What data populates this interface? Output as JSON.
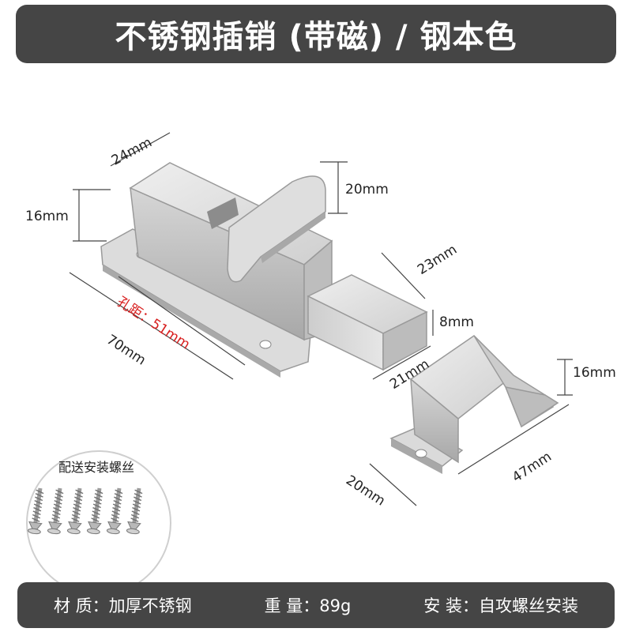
{
  "title": "不锈钢插销 (带磁) / 钢本色",
  "dimensions": {
    "width_top": "24mm",
    "height_body": "16mm",
    "length_total": "70mm",
    "hole_spacing": "孔距：51mm",
    "handle_height": "20mm",
    "bolt_length": "23mm",
    "bolt_thickness": "8mm",
    "bolt_width": "21mm",
    "catch_height": "16mm",
    "catch_width": "20mm",
    "catch_length": "47mm"
  },
  "screws": {
    "label": "配送安装螺丝",
    "count": 6
  },
  "specs": {
    "material": "材 质：加厚不锈钢",
    "weight": "重 量：89g",
    "install": "安 装：自攻螺丝安装"
  },
  "colors": {
    "bar_bg": "#454545",
    "hole_spacing_text": "#d81e1e",
    "steel_light": "#e3e3e3",
    "steel_mid": "#c9c9c9",
    "steel_dark": "#a9a9a9"
  }
}
